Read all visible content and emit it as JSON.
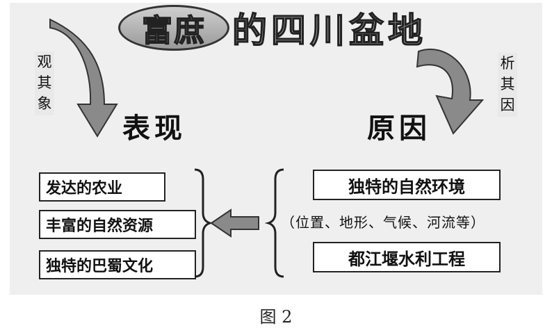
{
  "title": {
    "oval_text": "富庶",
    "rest_text": "的四川盆地"
  },
  "labels": {
    "left_side": "观其象",
    "right_side": "析其因"
  },
  "headings": {
    "left": "表现",
    "right": "原因"
  },
  "manifestations": [
    "发达的农业",
    "丰富的自然资源",
    "独特的巴蜀文化"
  ],
  "causes": {
    "environment": "独特的自然环境",
    "environment_note": "（位置、地形、气候、河流等）",
    "project": "都江堰水利工程"
  },
  "caption": "图 2",
  "colors": {
    "panel_bg": "#efefef",
    "arrow_fill": "#8a8a8a",
    "box_border": "#222222",
    "title_fill": "#bdbdbd"
  }
}
